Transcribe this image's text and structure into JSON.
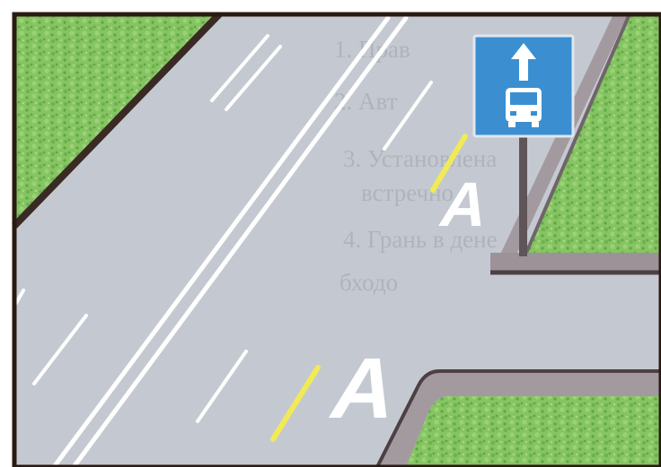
{
  "scene": {
    "lane_marking_letter": "A",
    "colors": {
      "road": "#c4c9d1",
      "grass": "#86c463",
      "grass_dark": "#5ea743",
      "curb": "#8d8588",
      "sidewalk": "#a39aa0",
      "frame": "#2a1a12",
      "marking_white": "#ffffff",
      "marking_yellow": "#f2ea55",
      "sign_blue": "#3b8fd0"
    },
    "road_sign": {
      "name": "bus lane sign",
      "icons": [
        "arrow-up-icon",
        "bus-icon"
      ]
    }
  },
  "bleed_through": {
    "lines": [
      "1. Прав",
      "2. Авт",
      "3. Установлена",
      "встречно",
      "4. Грань в дене",
      "бходо"
    ]
  }
}
